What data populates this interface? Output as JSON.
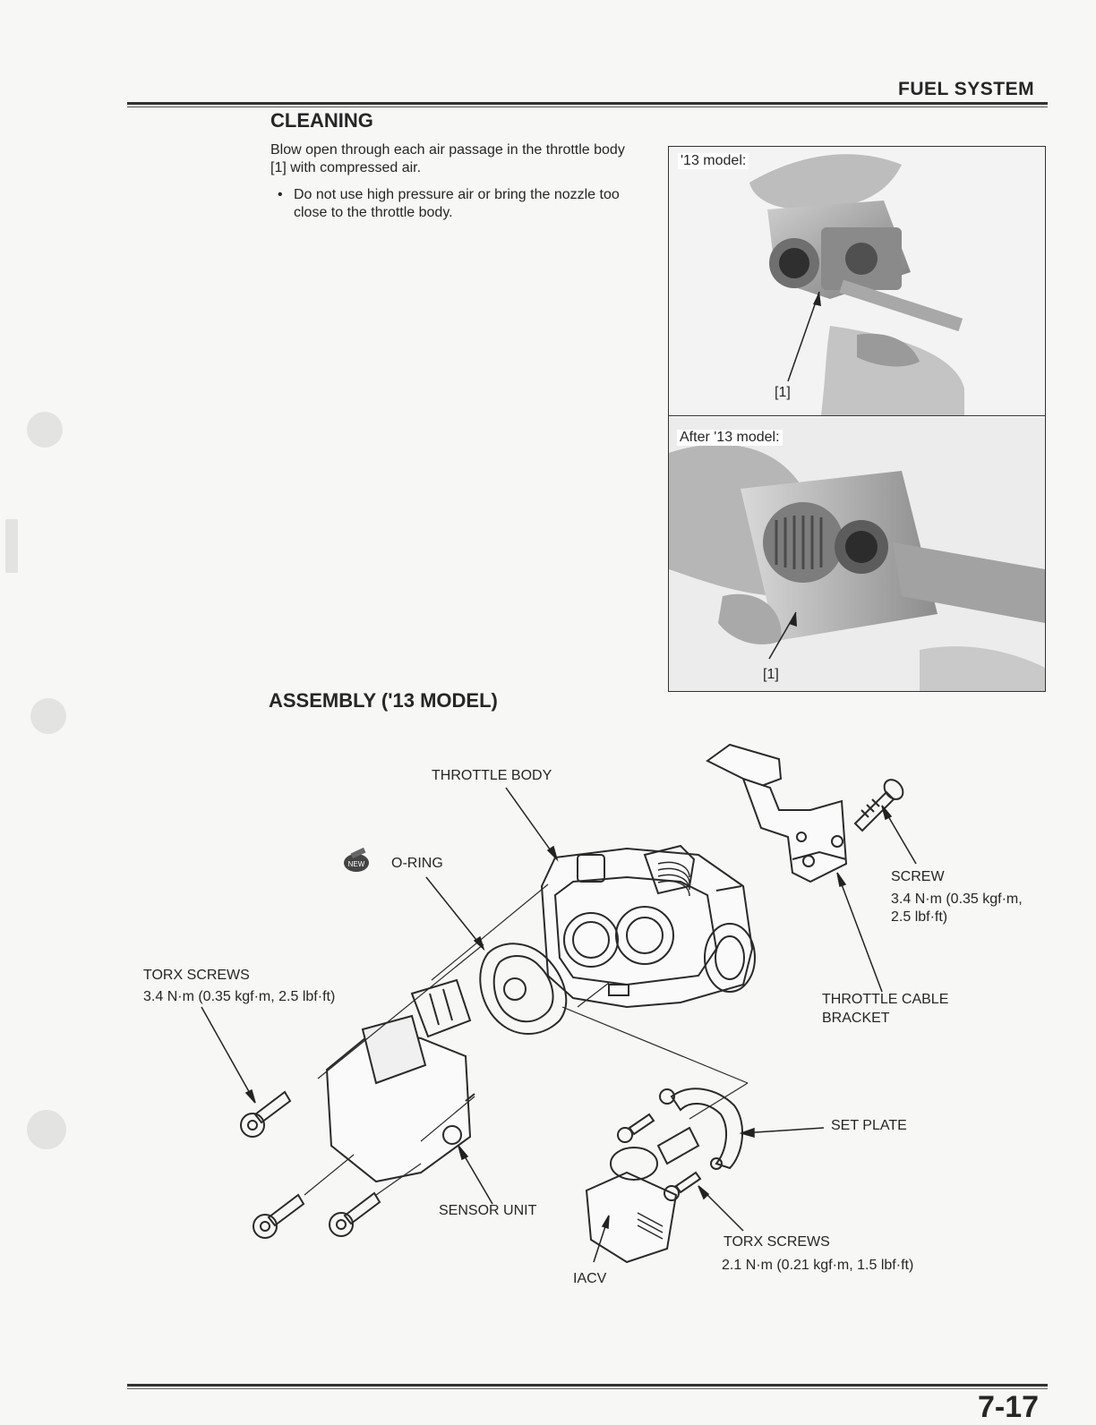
{
  "header": {
    "section": "FUEL SYSTEM"
  },
  "cleaning": {
    "heading": "CLEANING",
    "instruction_line1": "Blow open through each air passage in the throttle body",
    "instruction_line2": "[1] with compressed air.",
    "note_line1": "Do not use high pressure air or bring the nozzle too",
    "note_line2": "close to the throttle body.",
    "bullet": "•"
  },
  "photos": {
    "top_caption": "'13 model:",
    "top_callout": "[1]",
    "bottom_caption": "After '13 model:",
    "bottom_callout": "[1]"
  },
  "assembly": {
    "heading": "ASSEMBLY ('13 MODEL)",
    "new_badge": "NEW",
    "labels": {
      "throttle_body": "THROTTLE BODY",
      "o_ring": "O-RING",
      "screw": "SCREW",
      "screw_torque1": "3.4 N·m (0.35 kgf·m,",
      "screw_torque2": "2.5 lbf·ft)",
      "torx_left": "TORX SCREWS",
      "torx_left_torque": "3.4 N·m (0.35 kgf·m, 2.5 lbf·ft)",
      "bracket1": "THROTTLE CABLE",
      "bracket2": "BRACKET",
      "set_plate": "SET PLATE",
      "sensor_unit": "SENSOR UNIT",
      "torx_right": "TORX SCREWS",
      "torx_right_torque": "2.1 N·m (0.21 kgf·m, 1.5 lbf·ft)",
      "iacv": "IACV"
    }
  },
  "footer": {
    "page_number": "7-17"
  }
}
